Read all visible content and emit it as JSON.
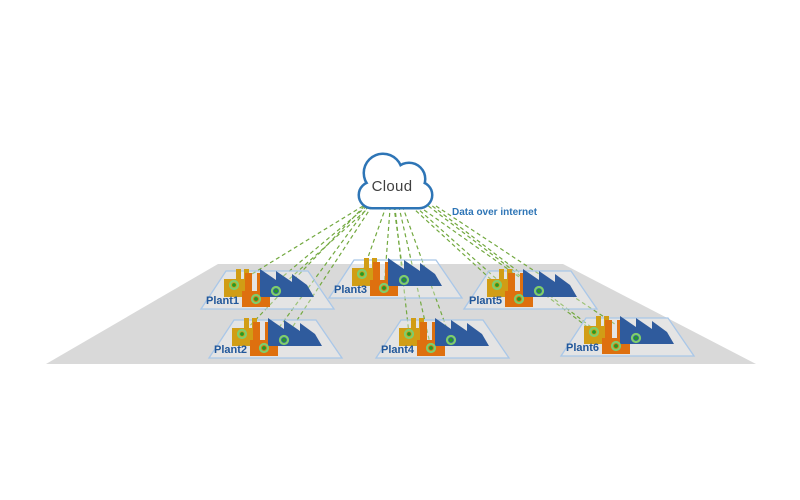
{
  "diagram": {
    "cloud_label": "Cloud",
    "connection_label": "Data over internet",
    "plants": [
      {
        "label": "Plant1"
      },
      {
        "label": "Plant2"
      },
      {
        "label": "Plant3"
      },
      {
        "label": "Plant4"
      },
      {
        "label": "Plant5"
      },
      {
        "label": "Plant6"
      }
    ],
    "colors": {
      "cloud_outline": "#2E75B6",
      "cloud_text": "#3f3f3f",
      "connection_line": "#73A940",
      "connection_label_text": "#2E75B6",
      "plant_label_text": "#21579A",
      "ground": "#D9D9D9",
      "site_tile_border": "#A9C7E8",
      "factory_gold": "#D19D15",
      "factory_orange": "#DE700F",
      "factory_blue": "#2F5B9D",
      "sensor_ring": "#7FCE6B",
      "sensor_core": "#239B23"
    }
  }
}
